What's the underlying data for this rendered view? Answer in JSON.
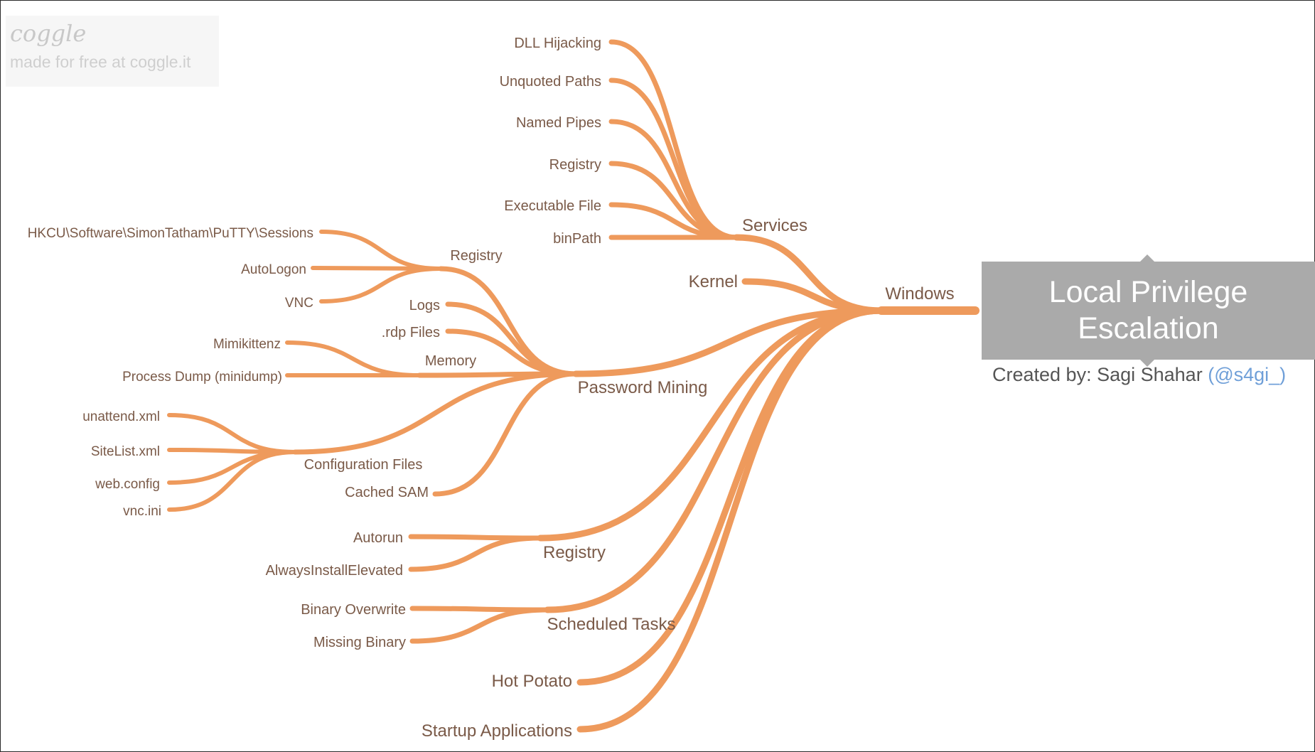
{
  "watermark": {
    "logo": "coggle",
    "tagline": "made for free at coggle.it"
  },
  "root": {
    "title": "Local Privilege Escalation",
    "credit_prefix": "Created by: Sagi Shahar",
    "credit_handle": "(@s4gi_)"
  },
  "tree": {
    "label": "Windows",
    "children": [
      {
        "label": "Services",
        "children": [
          {
            "label": "DLL Hijacking"
          },
          {
            "label": "Unquoted Paths"
          },
          {
            "label": "Named Pipes"
          },
          {
            "label": "Registry"
          },
          {
            "label": "Executable File"
          },
          {
            "label": "binPath"
          }
        ]
      },
      {
        "label": "Kernel"
      },
      {
        "label": "Password Mining",
        "children": [
          {
            "label": "Registry",
            "children": [
              {
                "label": "HKCU\\Software\\SimonTatham\\PuTTY\\Sessions"
              },
              {
                "label": "AutoLogon"
              },
              {
                "label": "VNC"
              }
            ]
          },
          {
            "label": "Logs"
          },
          {
            "label": ".rdp Files"
          },
          {
            "label": "Memory",
            "children": [
              {
                "label": "Mimikittenz"
              },
              {
                "label": "Process Dump (minidump)"
              }
            ]
          },
          {
            "label": "Configuration Files",
            "children": [
              {
                "label": "unattend.xml"
              },
              {
                "label": "SiteList.xml"
              },
              {
                "label": "web.config"
              },
              {
                "label": "vnc.ini"
              }
            ]
          },
          {
            "label": "Cached SAM"
          }
        ]
      },
      {
        "label": "Registry",
        "children": [
          {
            "label": "Autorun"
          },
          {
            "label": "AlwaysInstallElevated"
          }
        ]
      },
      {
        "label": "Scheduled Tasks",
        "children": [
          {
            "label": "Binary Overwrite"
          },
          {
            "label": "Missing Binary"
          }
        ]
      },
      {
        "label": "Hot Potato"
      },
      {
        "label": "Startup Applications"
      }
    ]
  },
  "colors": {
    "branch": "#ee9a5c",
    "label_text": "#7a5a48",
    "root_box": "#aaaaaa",
    "handle_link": "#6f9fd8"
  }
}
